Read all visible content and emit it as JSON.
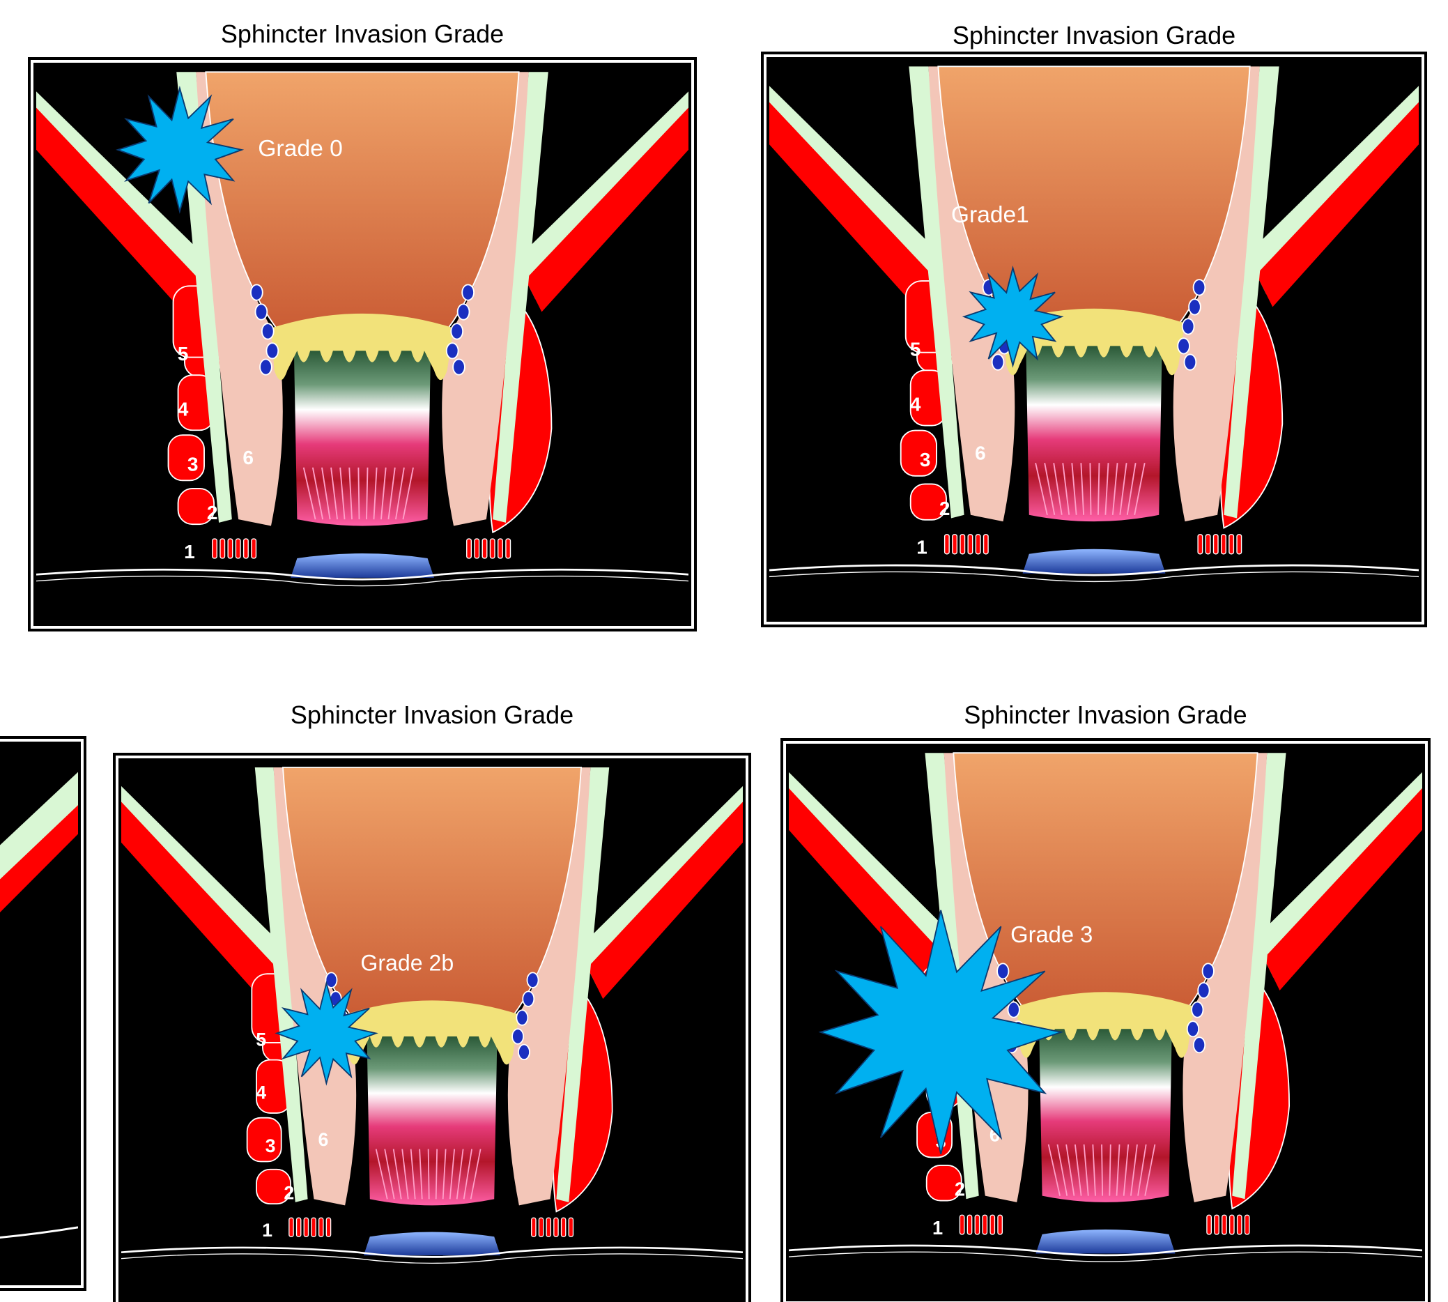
{
  "colors": {
    "background": "#000000",
    "rectum_top": "#f0a46a",
    "rectum_bottom": "#c95a33",
    "muscle_red": "#ff0000",
    "internal_sphincter": "#f3c6b8",
    "fascia_green": "#d9f7d4",
    "anoderm_yellow": "#f2e27a",
    "tumor_blue": "#00b0f0",
    "vessel_blue": "#1a2fc0"
  },
  "panels": [
    {
      "title": "Sphincter Invasion Grade",
      "grade_label": "Grade 0"
    },
    {
      "title": "Sphincter Invasion Grade",
      "grade_label": "Grade1"
    },
    {
      "title": "Sphincter Invasion Grade",
      "grade_label": "Grade 2b"
    },
    {
      "title": "Sphincter Invasion Grade",
      "grade_label": "Grade 3"
    }
  ],
  "layer_numbers": [
    "1",
    "2",
    "3",
    "4",
    "5",
    "6"
  ]
}
